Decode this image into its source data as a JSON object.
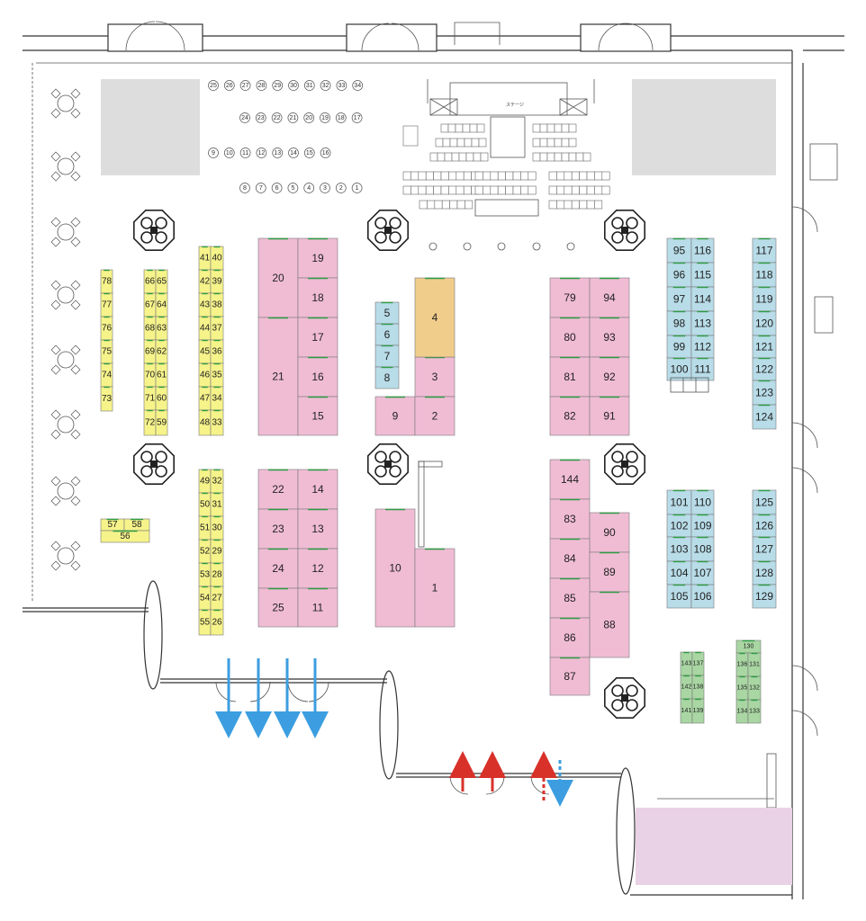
{
  "stage_label": "ステージ",
  "colors": {
    "pink": "#f0bcd4",
    "yellow": "#f6f38a",
    "blue": "#b8dce8",
    "green": "#a9d6a3",
    "orange": "#f1cd8c",
    "lavender": "#e9d2e6",
    "gray_block": "#dddddd",
    "booth_edge": "#2e9b44",
    "exit_arrow": "#3c9ee0",
    "entry_arrow": "#d8312a"
  },
  "seat_rows": [
    [
      "25",
      "26",
      "27",
      "28",
      "29",
      "30",
      "31",
      "32",
      "33",
      "34"
    ],
    [
      "24",
      "23",
      "22",
      "21",
      "20",
      "19",
      "18",
      "17"
    ],
    [
      "9",
      "10",
      "11",
      "12",
      "13",
      "14",
      "15",
      "16"
    ],
    [
      "8",
      "7",
      "6",
      "5",
      "4",
      "3",
      "2",
      "1"
    ]
  ],
  "booths": {
    "pink": [
      "20",
      "19",
      "18",
      "21",
      "17",
      "16",
      "15",
      "22",
      "14",
      "23",
      "13",
      "24",
      "12",
      "25",
      "11",
      "3",
      "9",
      "2",
      "10",
      "1",
      "79",
      "94",
      "80",
      "93",
      "81",
      "92",
      "82",
      "91",
      "144",
      "83",
      "90",
      "84",
      "89",
      "85",
      "88",
      "86",
      "87"
    ],
    "orange": [
      "4"
    ],
    "blue": [
      "5",
      "6",
      "7",
      "8",
      "95",
      "116",
      "96",
      "115",
      "97",
      "114",
      "98",
      "113",
      "99",
      "112",
      "100",
      "111",
      "117",
      "118",
      "119",
      "120",
      "121",
      "122",
      "123",
      "124",
      "101",
      "110",
      "102",
      "109",
      "103",
      "108",
      "104",
      "107",
      "105",
      "106",
      "125",
      "126",
      "127",
      "128",
      "129"
    ],
    "yellow": [
      "78",
      "77",
      "76",
      "75",
      "74",
      "73",
      "66",
      "65",
      "67",
      "64",
      "68",
      "63",
      "69",
      "62",
      "70",
      "61",
      "71",
      "60",
      "72",
      "59",
      "41",
      "40",
      "42",
      "39",
      "43",
      "38",
      "44",
      "37",
      "45",
      "36",
      "46",
      "35",
      "47",
      "34",
      "48",
      "33",
      "49",
      "32",
      "50",
      "31",
      "51",
      "30",
      "52",
      "29",
      "53",
      "28",
      "54",
      "27",
      "55",
      "26",
      "57",
      "58",
      "56"
    ],
    "green": [
      "143",
      "137",
      "142",
      "138",
      "141",
      "139",
      "130",
      "136",
      "131",
      "135",
      "132",
      "134",
      "133"
    ]
  }
}
